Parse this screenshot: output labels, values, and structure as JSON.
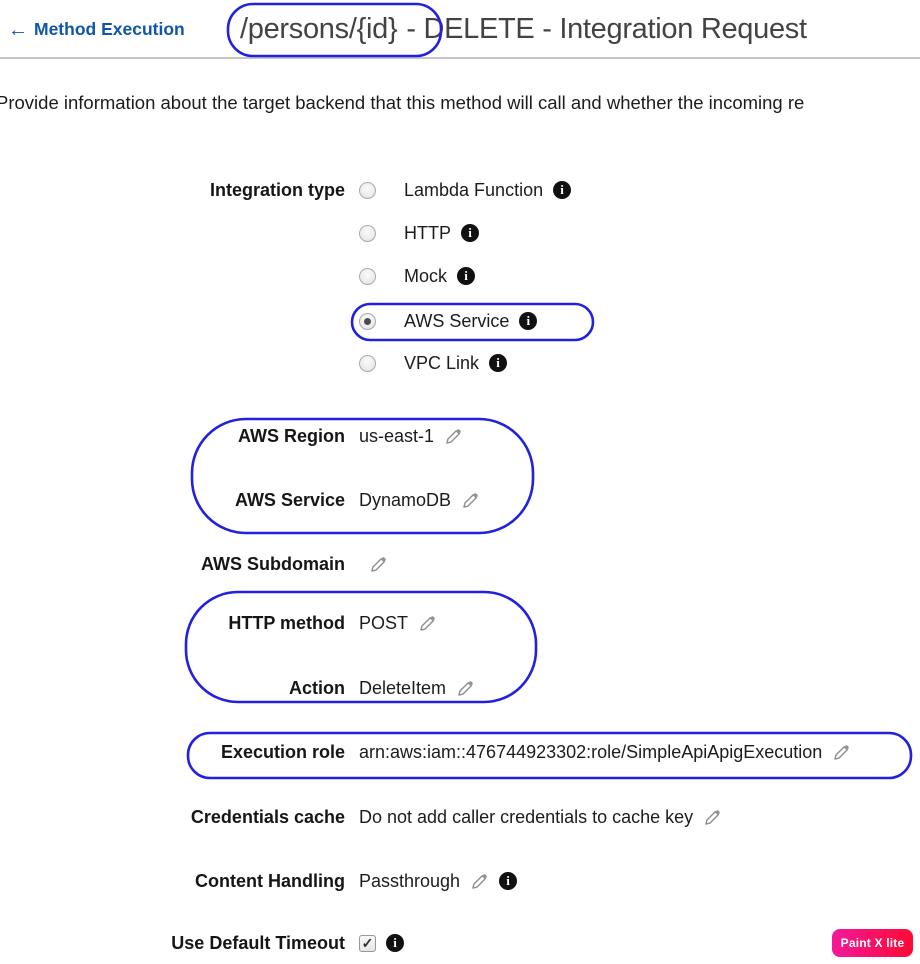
{
  "header": {
    "back_label": "Method Execution",
    "title_path": "/persons/{id}",
    "title_rest": "- DELETE - Integration Request"
  },
  "description": "Provide information about the target backend that this method will call and whether the incoming re",
  "form": {
    "integration_type": {
      "label": "Integration type",
      "options": [
        {
          "label": "Lambda Function",
          "selected": false
        },
        {
          "label": "HTTP",
          "selected": false
        },
        {
          "label": "Mock",
          "selected": false
        },
        {
          "label": "AWS Service",
          "selected": true
        },
        {
          "label": "VPC Link",
          "selected": false
        }
      ]
    },
    "fields": [
      {
        "label": "AWS Region",
        "value": "us-east-1"
      },
      {
        "label": "AWS Service",
        "value": "DynamoDB"
      },
      {
        "label": "AWS Subdomain",
        "value": ""
      },
      {
        "label": "HTTP method",
        "value": "POST"
      },
      {
        "label": "Action",
        "value": "DeleteItem"
      },
      {
        "label": "Execution role",
        "value": "arn:aws:iam::476744923302:role/SimpleApiApigExecution"
      },
      {
        "label": "Credentials cache",
        "value": "Do not add caller credentials to cache key"
      },
      {
        "label": "Content Handling",
        "value": "Passthrough"
      },
      {
        "label": "Use Default Timeout",
        "checked": true
      }
    ]
  },
  "icons": {
    "back_arrow": "←",
    "info_glyph": "i",
    "check_glyph": "✓"
  },
  "annotation_color": "#2121de",
  "watermark": {
    "label": "Paint X lite",
    "gradient_start": "#f2199a",
    "gradient_end": "#ff0934"
  }
}
